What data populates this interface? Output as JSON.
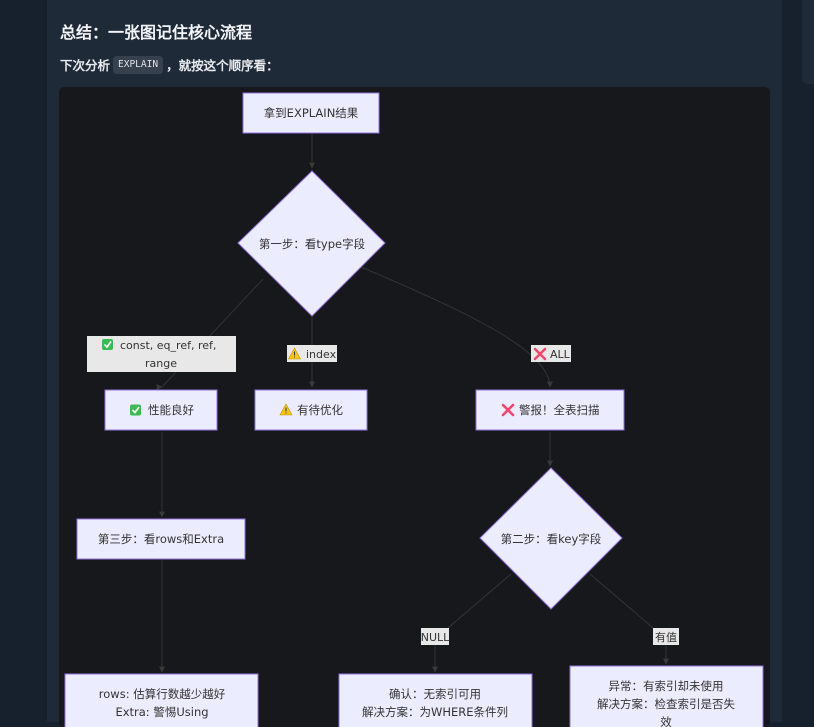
{
  "section_title": "总结：一张图记住核心流程",
  "intro": {
    "before": "下次分析",
    "code": "EXPLAIN",
    "after": "，就按这个顺序看："
  },
  "flowchart": {
    "nodes": {
      "start": "拿到EXPLAIN结果",
      "step1": "第一步：看type字段",
      "good": "性能良好",
      "optimize": "有待优化",
      "alarm": "警报！全表扫描",
      "step3": "第三步：看rows和Extra",
      "step2": "第二步：看key字段",
      "rows_line1": "rows: 估算行数越少越好",
      "rows_line2": "Extra: 警惕Using",
      "confirm_line1": "确认：无索引可用",
      "confirm_line2": "解决方案：为WHERE条件列",
      "anomaly_line1": "异常：有索引却未使用",
      "anomaly_line2": "解决方案：检查索引是否失",
      "anomaly_line3": "效"
    },
    "edge_labels": {
      "const_line1": "const, eq_ref, ref,",
      "const_line2": "range",
      "index": "index",
      "all": "ALL",
      "null": "NULL",
      "has_value": "有值"
    },
    "icons": {
      "good": "check-icon",
      "warning": "warning-icon",
      "danger": "cross-icon"
    },
    "colors": {
      "node_fill": "#ececff",
      "node_stroke": "#9370db",
      "edge_label_bg": "#e8e8e8",
      "edge_stroke": "#333333",
      "check_green": "#3cba54",
      "warning_yellow": "#f5c518",
      "cross_red": "#f0476d"
    }
  }
}
